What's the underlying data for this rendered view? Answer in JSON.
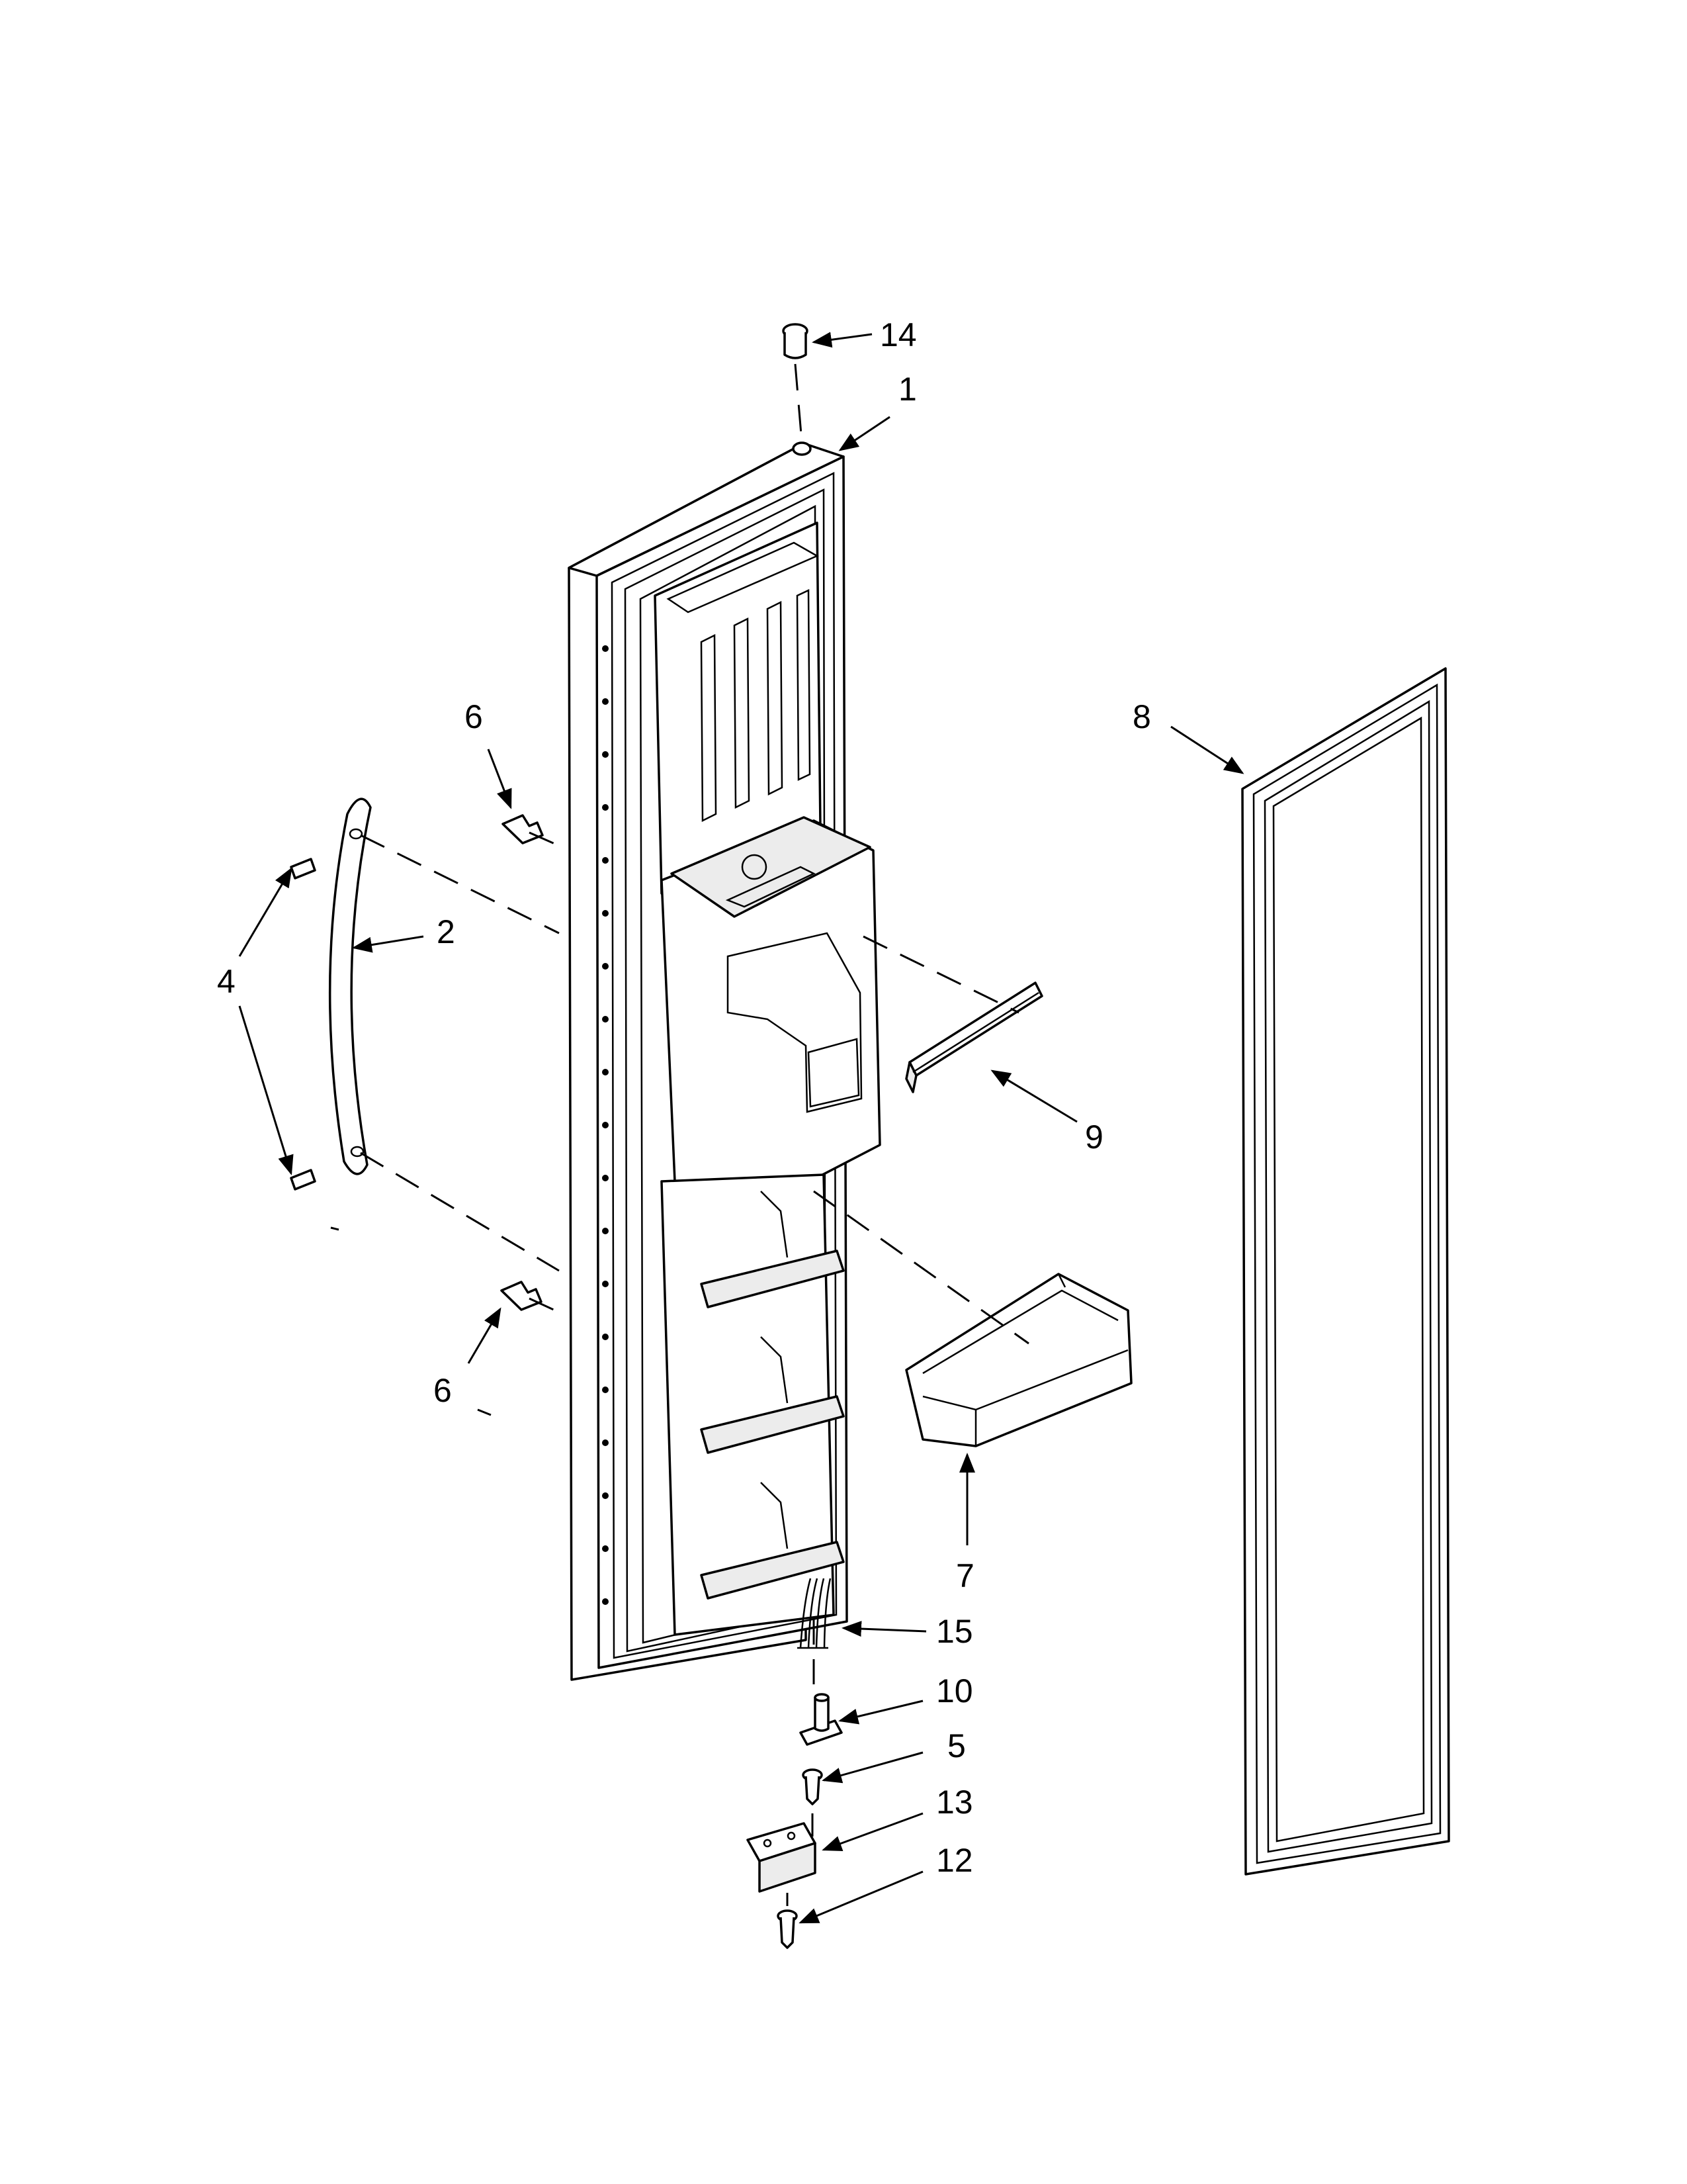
{
  "diagram": {
    "callouts": [
      {
        "id": "c14",
        "text": "14"
      },
      {
        "id": "c1",
        "text": "1"
      },
      {
        "id": "c6a",
        "text": "6"
      },
      {
        "id": "c8",
        "text": "8"
      },
      {
        "id": "c2",
        "text": "2"
      },
      {
        "id": "c4",
        "text": "4"
      },
      {
        "id": "c9",
        "text": "9"
      },
      {
        "id": "c6b",
        "text": "6"
      },
      {
        "id": "c7",
        "text": "7"
      },
      {
        "id": "c15",
        "text": "15"
      },
      {
        "id": "c10",
        "text": "10"
      },
      {
        "id": "c5",
        "text": "5"
      },
      {
        "id": "c13",
        "text": "13"
      },
      {
        "id": "c12",
        "text": "12"
      }
    ]
  }
}
